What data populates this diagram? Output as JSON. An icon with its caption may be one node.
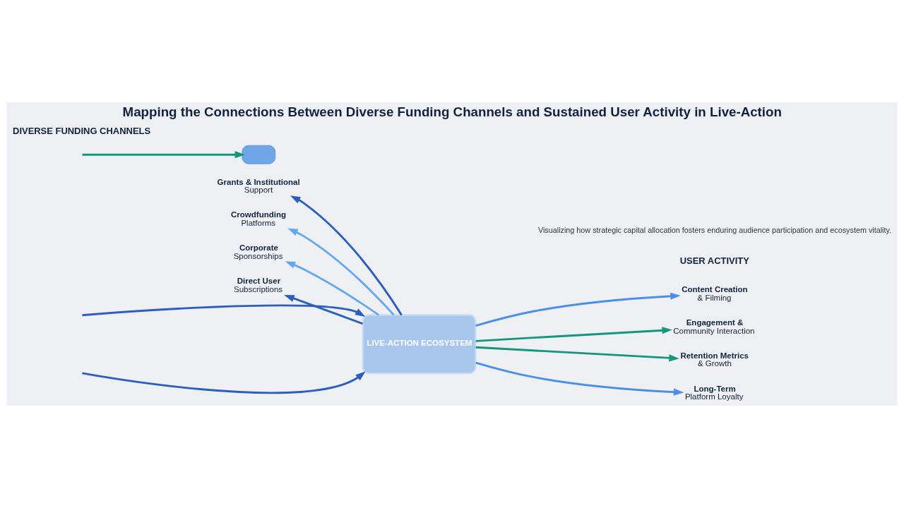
{
  "diagram": {
    "title": "Mapping the Connections Between Diverse Funding Channels and Sustained User Activity in Live-Action",
    "caption": "Visualizing how strategic capital allocation fosters enduring audience participation and ecosystem vitality.",
    "nodes": [
      {
        "text": [
          "Grants & Institutional",
          "Support"
        ]
      },
      {
        "text": [
          "Crowdfunding",
          "Platforms"
        ]
      },
      {
        "text": [
          "Corporate",
          "Sponsorships"
        ]
      },
      {
        "text": [
          "Direct User",
          "Subscriptions"
        ]
      },
      {
        "text": [],
        "shape": "box"
      },
      {
        "text": [
          "LIVE-ACTION ECOSYSTEM"
        ]
      },
      {
        "text": [
          "Content Creation",
          "& Filming"
        ]
      },
      {
        "text": [
          "Engagement &",
          "Community Interaction"
        ]
      },
      {
        "text": [
          "Retention Metrics",
          "& Growth"
        ]
      },
      {
        "text": [
          "Long-Term",
          "Platform Loyalty"
        ]
      }
    ],
    "edges": [
      {
        "from": 5,
        "to": 0,
        "arrow": "to",
        "color": "#2a5fbf"
      },
      {
        "from": null,
        "to": 5,
        "arrow": "to",
        "color": "#2a5fbf"
      },
      {
        "from": 5,
        "to": 1,
        "arrow": "to",
        "color": "#64a8f0"
      },
      {
        "from": null,
        "to": 4,
        "arrow": "to",
        "color": "#14967f"
      },
      {
        "from": 5,
        "to": 2,
        "arrow": "to",
        "color": "#64a8f0"
      },
      {
        "from": null,
        "to": 5,
        "arrow": "to",
        "color": "#2a5fbf"
      },
      {
        "from": 5,
        "to": 3,
        "arrow": "to",
        "color": "#2a5fbf"
      },
      {
        "from": 5,
        "to": 6,
        "arrow": "to",
        "color": "#4a90e8"
      },
      {
        "from": 5,
        "to": 7,
        "arrow": "to",
        "color": "#14967f"
      },
      {
        "from": 5,
        "to": 8,
        "arrow": "to",
        "color": "#14967f"
      },
      {
        "from": 5,
        "to": 9,
        "arrow": "to",
        "color": "#4a90e8"
      }
    ],
    "labels": [
      "DIVERSE FUNDING CHANNELS",
      "USER ACTIVITY"
    ]
  }
}
